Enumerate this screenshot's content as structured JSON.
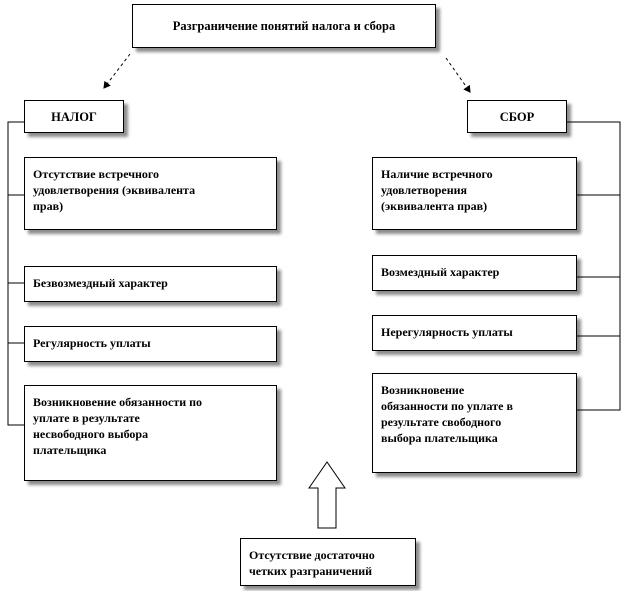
{
  "title": "Разграничение  понятий налога и сбора",
  "tax": {
    "header": "НАЛОГ",
    "items": [
      "Отсутствие встречного\nудовлетворения (эквивалента\nправ)",
      "Безвозмездный характер",
      "Регулярность  уплаты",
      "Возникновение обязанности по\nуплате в результате\nнесвободного выбора\nплательщика"
    ]
  },
  "fee": {
    "header": "СБОР",
    "items": [
      "Наличие встречного\nудовлетворения\n(эквивалента прав)",
      "Возмездный характер",
      "Нерегулярность  уплаты",
      "Возникновение\nобязанности по уплате в\nрезультате  свободного\nвыбора плательщика"
    ]
  },
  "note": "Отсутствие достаточно\nчетких  разграничений"
}
